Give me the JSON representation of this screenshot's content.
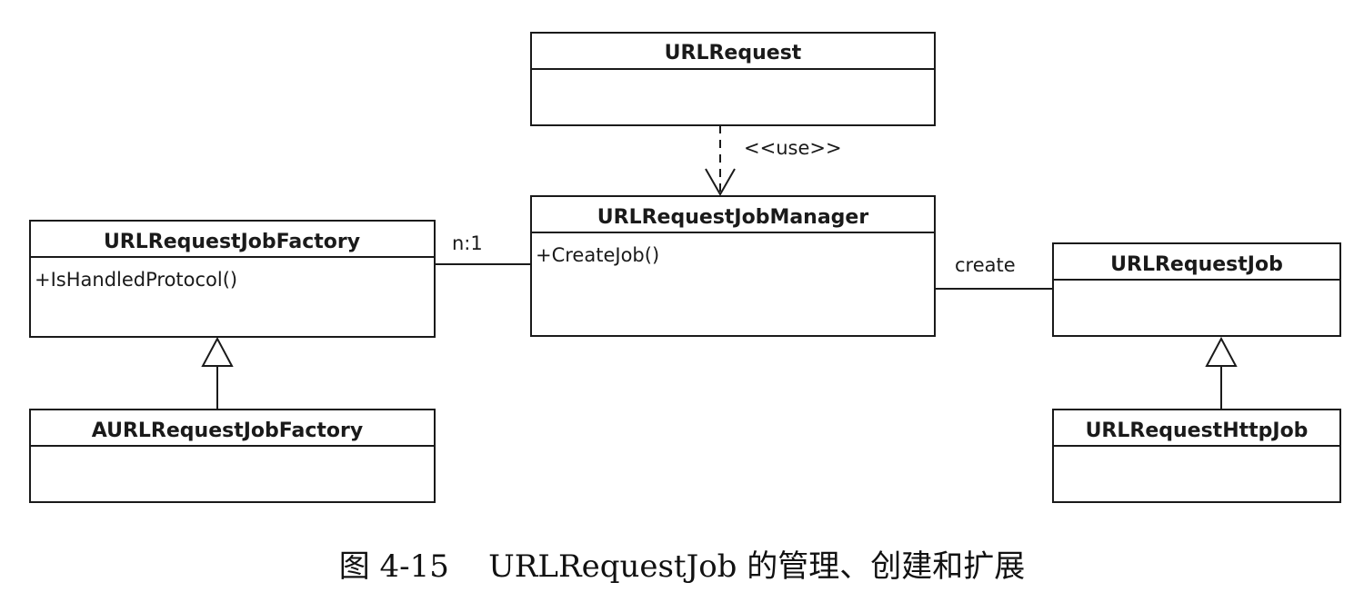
{
  "diagram": {
    "type": "uml-class-diagram",
    "classes": {
      "urlrequest": {
        "name": "URLRequest",
        "members": []
      },
      "manager": {
        "name": "URLRequestJobManager",
        "members": [
          "+CreateJob()"
        ]
      },
      "factory": {
        "name": "URLRequestJobFactory",
        "members": [
          "+IsHandledProtocol()"
        ]
      },
      "afactory": {
        "name": "AURLRequestJobFactory",
        "members": []
      },
      "job": {
        "name": "URLRequestJob",
        "members": []
      },
      "httpjob": {
        "name": "URLRequestHttpJob",
        "members": []
      }
    },
    "relations": [
      {
        "id": "use",
        "from": "URLRequest",
        "to": "URLRequestJobManager",
        "kind": "dependency",
        "label": "<<use>>"
      },
      {
        "id": "factory-assoc",
        "from": "URLRequestJobFactory",
        "to": "URLRequestJobManager",
        "kind": "association",
        "label": "n:1"
      },
      {
        "id": "create",
        "from": "URLRequestJobManager",
        "to": "URLRequestJob",
        "kind": "association",
        "label": "create"
      },
      {
        "id": "factory-gen",
        "from": "AURLRequestJobFactory",
        "to": "URLRequestJobFactory",
        "kind": "generalization",
        "label": ""
      },
      {
        "id": "job-gen",
        "from": "URLRequestHttpJob",
        "to": "URLRequestJob",
        "kind": "generalization",
        "label": ""
      }
    ],
    "caption": "图 4-15    URLRequestJob 的管理、创建和扩展",
    "colors": {
      "line": "#1a1a1a",
      "background": "#ffffff"
    }
  }
}
